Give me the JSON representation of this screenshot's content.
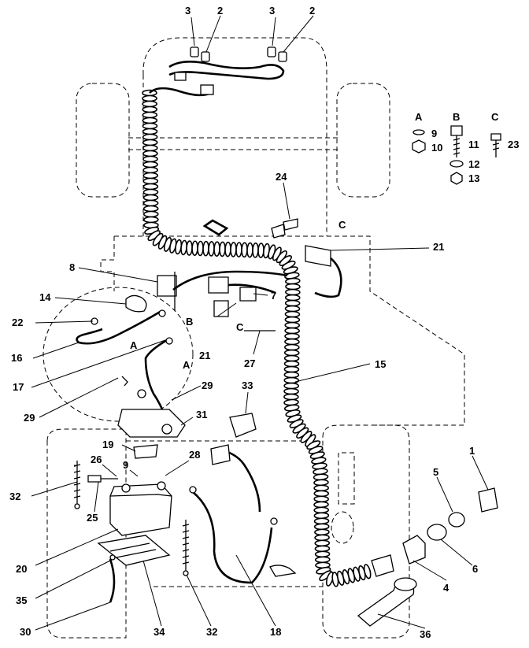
{
  "labels": {
    "l1": "1",
    "l2a": "2",
    "l2b": "2",
    "l3a": "3",
    "l3b": "3",
    "l4": "4",
    "l5": "5",
    "l6": "6",
    "l7": "7",
    "l8": "8",
    "l9a": "9",
    "l9b": "9",
    "l10": "10",
    "l11": "11",
    "l12": "12",
    "l13": "13",
    "l14": "14",
    "l15": "15",
    "l16": "16",
    "l17": "17",
    "l18": "18",
    "l19": "19",
    "l20": "20",
    "l21a": "21",
    "l21b": "21",
    "l22": "22",
    "l23": "23",
    "l24": "24",
    "l25": "25",
    "l26": "26",
    "l27": "27",
    "l28": "28",
    "l29a": "29",
    "l29b": "29",
    "l30": "30",
    "l31": "31",
    "l32a": "32",
    "l32b": "32",
    "l33": "33",
    "l34": "34",
    "l35": "35",
    "l36": "36"
  },
  "hardware_groups": {
    "a": "A",
    "b": "B",
    "c": "C"
  },
  "connection_marks": {
    "a1": "A",
    "a2": "A",
    "b": "B",
    "c1": "C",
    "c2": "C"
  }
}
